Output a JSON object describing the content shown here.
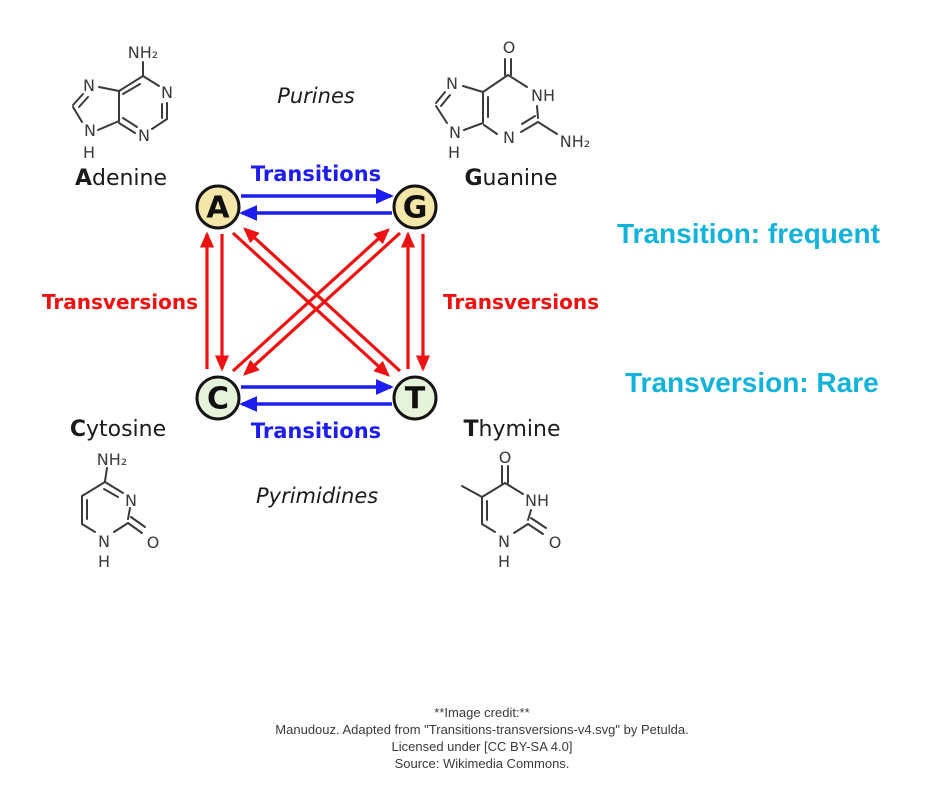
{
  "colors": {
    "transition_blue": "#1d1dee",
    "transversion_red": "#ee1111",
    "purine_fill": "#f5e6a9",
    "pyrimidine_fill": "#e4f3da",
    "node_border": "#141414",
    "annotation_cyan": "#12b2d9",
    "ink": "#3a3a3a"
  },
  "groups": {
    "purines": "Purines",
    "pyrimidines": "Pyrimidines"
  },
  "nodes": {
    "a": "A",
    "g": "G",
    "c": "C",
    "t": "T"
  },
  "arrows": {
    "transitions_top": "Transitions",
    "transitions_bottom": "Transitions",
    "transversions_left": "Transversions",
    "transversions_right": "Transversions"
  },
  "annotations": {
    "transition": "Transition: frequent",
    "transversion": "Transversion: Rare"
  },
  "molecules": {
    "adenine": {
      "name_first": "A",
      "name_rest": "denine",
      "labels": {
        "amine": "NH₂",
        "n1": "N",
        "n3": "N",
        "n7": "N",
        "n9": "N",
        "h": "H"
      }
    },
    "guanine": {
      "name_first": "G",
      "name_rest": "uanine",
      "labels": {
        "oxo": "O",
        "n1h": "NH",
        "amine": "NH₂",
        "n3": "N",
        "n7": "N",
        "n9": "N",
        "h": "H"
      }
    },
    "cytosine": {
      "name_first": "C",
      "name_rest": "ytosine",
      "labels": {
        "amine": "NH₂",
        "n3": "N",
        "oxo": "O",
        "n1": "N",
        "h": "H"
      }
    },
    "thymine": {
      "name_first": "T",
      "name_rest": "hymine",
      "labels": {
        "oxo4": "O",
        "n3h": "NH",
        "oxo2": "O",
        "n1": "N",
        "h": "H"
      }
    }
  },
  "credit": {
    "lines": [
      "**Image credit:**",
      "Manudouz. Adapted from \"Transitions-transversions-v4.svg\" by Petulda.",
      "Licensed under [CC BY-SA 4.0]",
      "Source: Wikimedia Commons."
    ]
  }
}
